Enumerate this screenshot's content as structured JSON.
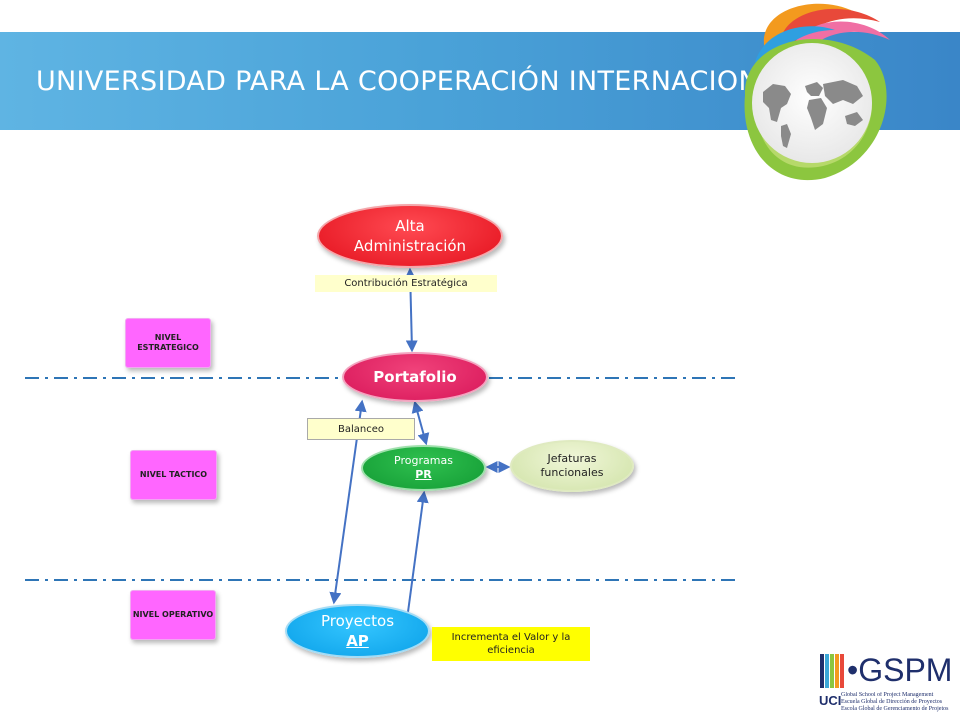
{
  "header": {
    "title": "UNIVERSIDAD PARA LA COOPERACIÓN INTERNACIONAL",
    "colors": {
      "band_left": "#5fb4e3",
      "band_right": "#3a86c8"
    }
  },
  "diagram": {
    "nodes": {
      "alta_line1": "Alta",
      "alta_line2": "Administración",
      "portafolio": "Portafolio",
      "programas_line1": "Programas",
      "programas_code": "PR",
      "jefaturas_line1": "Jefaturas",
      "jefaturas_line2": "funcionales",
      "proyectos_line1": "Proyectos",
      "proyectos_code": "AP"
    },
    "labels": {
      "contribucion": "Contribución Estratégica",
      "balanceo": "Balanceo",
      "incrementa": "Incrementa el Valor y la eficiencia"
    },
    "levels": {
      "estrategico": "NIVEL ESTRATEGICO",
      "tactico": "NIVEL TACTICO",
      "operativo": "NIVEL OPERATIVO"
    },
    "colors": {
      "alta": "#e3101c",
      "portafolio": "#d81659",
      "programas": "#139b34",
      "jefaturas": "#cfe2a6",
      "proyectos": "#0aa0e8",
      "nivel": "#ff66ff",
      "arrows": "#4472c4",
      "level_divider": "#2e75b6"
    }
  },
  "footer_logo": {
    "brand": "GSPM",
    "uci": "UCI",
    "lines": [
      "Global School of Project Management",
      "Escuela Global de Dirección de Proyectos",
      "Escola Global de Gerenciamento de Projetos"
    ]
  }
}
